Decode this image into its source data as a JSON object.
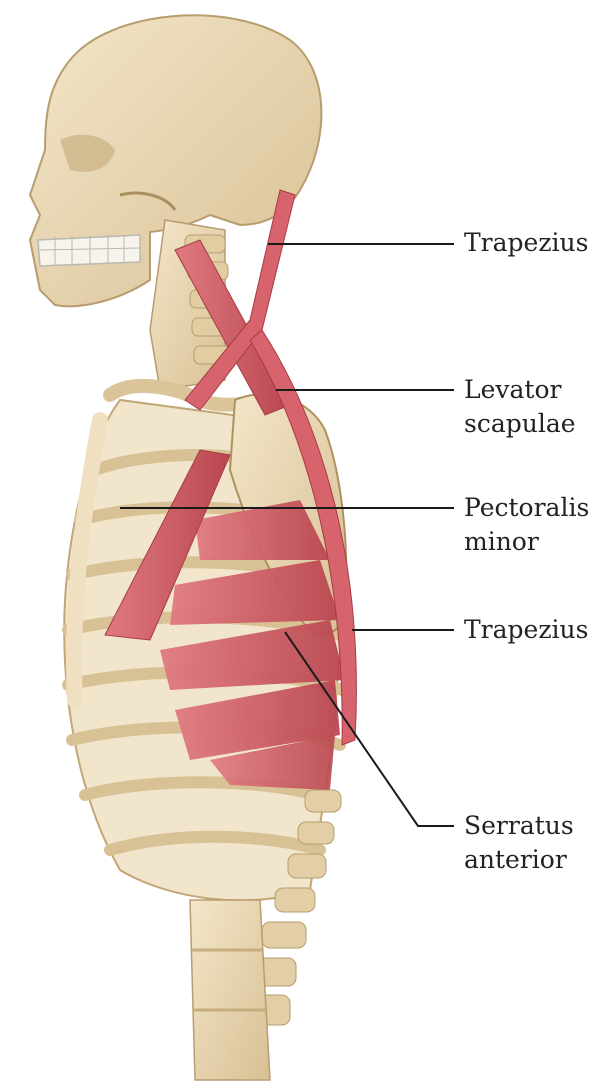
{
  "labels": {
    "trapezius_upper": "Trapezius",
    "levator_line1": "Levator",
    "levator_line2": "scapulae",
    "pectoralis_line1": "Pectoralis",
    "pectoralis_line2": "minor",
    "trapezius_lower": "Trapezius",
    "serratus_line1": "Serratus",
    "serratus_line2": "anterior"
  },
  "colors": {
    "bone": "#e9d8b6",
    "bone_shadow": "#cdb58a",
    "muscle": "#cf5a63",
    "muscle_dark": "#a73a45",
    "leader": "#1a1a1a",
    "teeth": "#f4f4f0"
  }
}
